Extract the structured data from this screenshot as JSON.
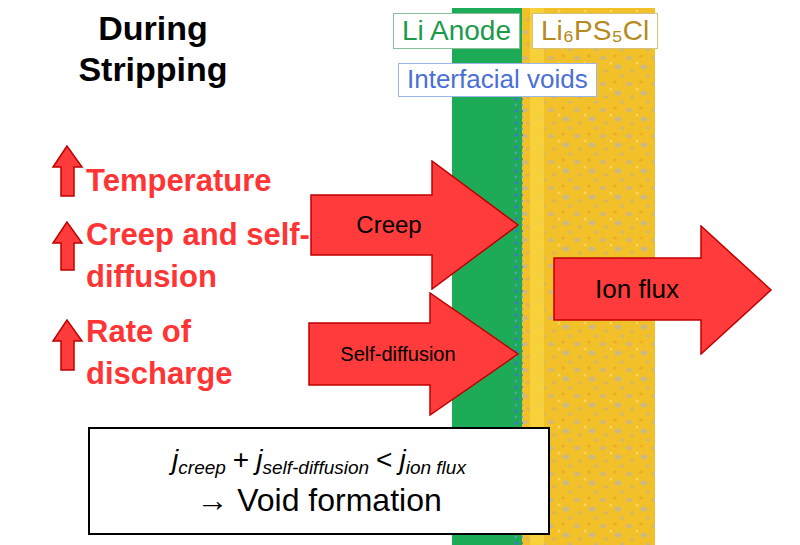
{
  "diagram": {
    "title": "During Stripping",
    "nodes": [
      {
        "text": [
          "Li Anode"
        ]
      },
      {
        "text": [
          "Li₆PS₅Cl"
        ]
      },
      {
        "text": [
          "Interfacial voids"
        ]
      },
      {
        "text": [
          "Creep"
        ]
      },
      {
        "text": [
          "Self-diffusion"
        ]
      },
      {
        "text": [
          "Ion flux"
        ]
      },
      {
        "text": [
          "j",
          "creep",
          "+",
          "j",
          "self-diffusion",
          "<",
          "j",
          "ion flux",
          "→ Void formation"
        ]
      }
    ],
    "labels": [
      "Temperature",
      "Creep and self-diffusion",
      "Rate of discharge"
    ]
  }
}
